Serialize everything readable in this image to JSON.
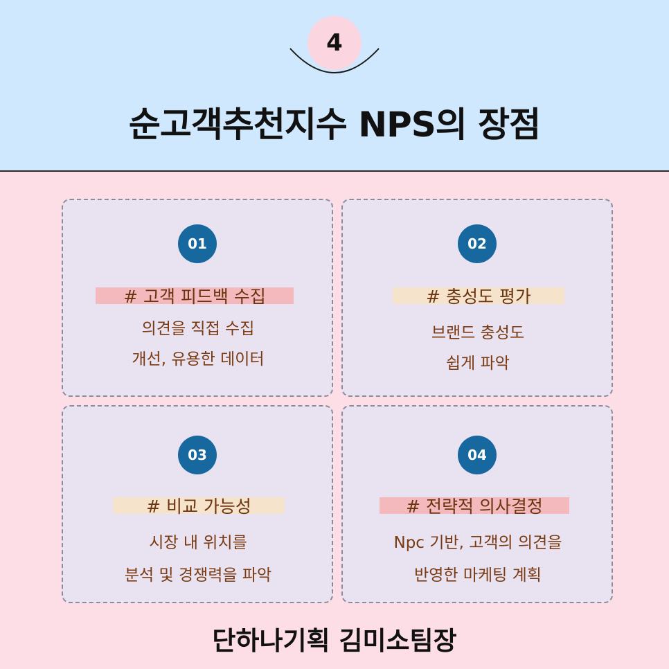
{
  "header": {
    "step": "4",
    "title": "순고객추천지수 NPS의 장점"
  },
  "cards": [
    {
      "number": "01",
      "tag": "# 고객 피드백 수집",
      "lines": [
        "의견을 직접 수집",
        "개선, 유용한 데이터"
      ]
    },
    {
      "number": "02",
      "tag": "# 충성도 평가",
      "lines": [
        "브랜드 충성도",
        "쉽게 파악"
      ]
    },
    {
      "number": "03",
      "tag": "# 비교 가능성",
      "lines": [
        "시장 내 위치를",
        "분석 및 경쟁력을 파악"
      ]
    },
    {
      "number": "04",
      "tag": "# 전략적 의사결정",
      "lines": [
        "Npc 기반, 고객의 의견을",
        "반영한 마케팅 계획"
      ]
    }
  ],
  "footer": "단하나기획 김미소팀장",
  "colors": {
    "header_bg": "#cfe8fd",
    "page_bg": "#fddde6",
    "card_bg": "#e8e2f1",
    "number_circle": "#17689f",
    "tag_pink": "#f4b9bd",
    "tag_beige": "#f6e3cc",
    "text_brown": "#7a3a12"
  }
}
